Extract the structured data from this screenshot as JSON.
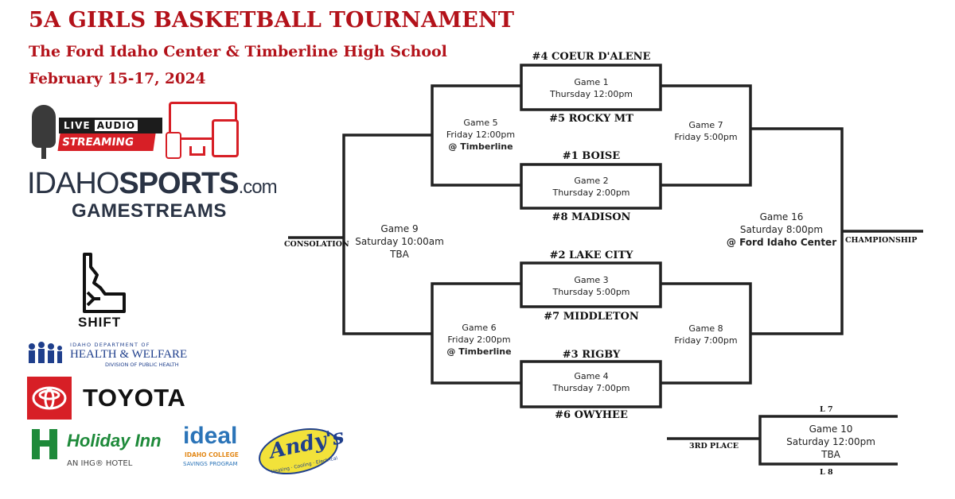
{
  "header": {
    "title": "5A GIRLS BASKETBALL TOURNAMENT",
    "venue": "The Ford Idaho Center & Timberline High School",
    "dates": "February 15-17, 2024"
  },
  "colors": {
    "brand_red": "#b3121a",
    "line": "#222222"
  },
  "teams": {
    "g1_top": "#4 COEUR D'ALENE",
    "g1_bottom": "#5 ROCKY MT",
    "g2_top": "#1 BOISE",
    "g2_bottom": "#8 MADISON",
    "g3_top": "#2 LAKE CITY",
    "g3_bottom": "#7 MIDDLETON",
    "g4_top": "#3 RIGBY",
    "g4_bottom": "#6 OWYHEE"
  },
  "games": {
    "g1": {
      "name": "Game 1",
      "time": "Thursday 12:00pm"
    },
    "g2": {
      "name": "Game 2",
      "time": "Thursday 2:00pm"
    },
    "g3": {
      "name": "Game 3",
      "time": "Thursday 5:00pm"
    },
    "g4": {
      "name": "Game 4",
      "time": "Thursday 7:00pm"
    },
    "g5": {
      "name": "Game 5",
      "time": "Friday 12:00pm",
      "venue": "@ Timberline"
    },
    "g6": {
      "name": "Game 6",
      "time": "Friday 2:00pm",
      "venue": "@ Timberline"
    },
    "g7": {
      "name": "Game 7",
      "time": "Friday 5:00pm"
    },
    "g8": {
      "name": "Game 8",
      "time": "Friday 7:00pm"
    },
    "g9": {
      "name": "Game 9",
      "time": "Saturday 10:00am",
      "venue": "TBA"
    },
    "g10": {
      "name": "Game 10",
      "time": "Saturday 12:00pm",
      "venue": "TBA"
    },
    "g16": {
      "name": "Game 16",
      "time": "Saturday 8:00pm",
      "venue": "@ Ford Idaho Center"
    }
  },
  "labels": {
    "consolation": "CONSOLATION",
    "championship": "CHAMPIONSHIP",
    "third_place": "3RD PLACE",
    "l7": "L 7",
    "l8": "L 8"
  },
  "sponsors": {
    "live_audio_1": "LIVE",
    "live_audio_2": "AUDIO",
    "live_audio_3": "STREAMING",
    "idaho_sports_1": "IDAHO",
    "idaho_sports_2": "SPORTS",
    "idaho_sports_3": ".com",
    "idaho_sports_4": "GAMESTREAMS",
    "shift": "SHIFT",
    "hw_1": "IDAHO DEPARTMENT OF",
    "hw_2": "HEALTH & WELFARE",
    "hw_3": "DIVISION OF PUBLIC HEALTH",
    "toyota": "TOYOTA",
    "holiday_inn": "Holiday Inn",
    "holiday_inn_sub": "AN IHG® HOTEL",
    "ideal": "ideal",
    "ideal_sub1": "IDAHO COLLEGE",
    "ideal_sub2": "SAVINGS PROGRAM",
    "andys": "Andy's",
    "andys_sub": "Heating · Cooling · Electrical"
  }
}
